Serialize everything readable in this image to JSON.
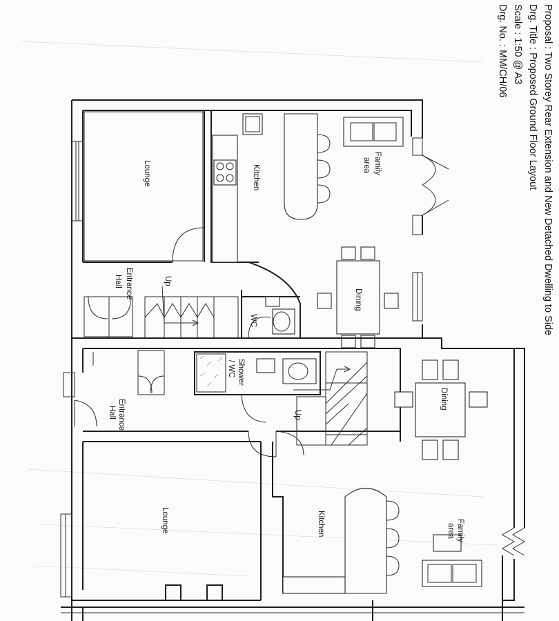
{
  "title_block": {
    "proposal": "Proposal : Two Storey Rear Extension and New Detached Dwelling to Side",
    "drawing_title": "Drg. Title : Proposed Ground Floor Layout",
    "scale": "Scale : 1:50 @ A3",
    "drawing_number": "Drg. No. : MM/CH/06"
  },
  "rooms": {
    "existing": {
      "lounge": "Lounge",
      "kitchen": "Kitchen",
      "family_area": [
        "Family",
        "area"
      ],
      "dining": "Dining",
      "wc": "WC",
      "entrance_hall": [
        "Entrance",
        "Hall"
      ],
      "stair_up": "Up"
    },
    "new_dwelling": {
      "lounge": "Lounge",
      "kitchen": "Kitchen",
      "family_area": [
        "Family",
        "area"
      ],
      "dining": "Dining",
      "shower_wc": [
        "Shower",
        "/ WC"
      ],
      "entrance_hall": [
        "Entrance",
        "Hall"
      ],
      "stair_up": "Up"
    }
  }
}
